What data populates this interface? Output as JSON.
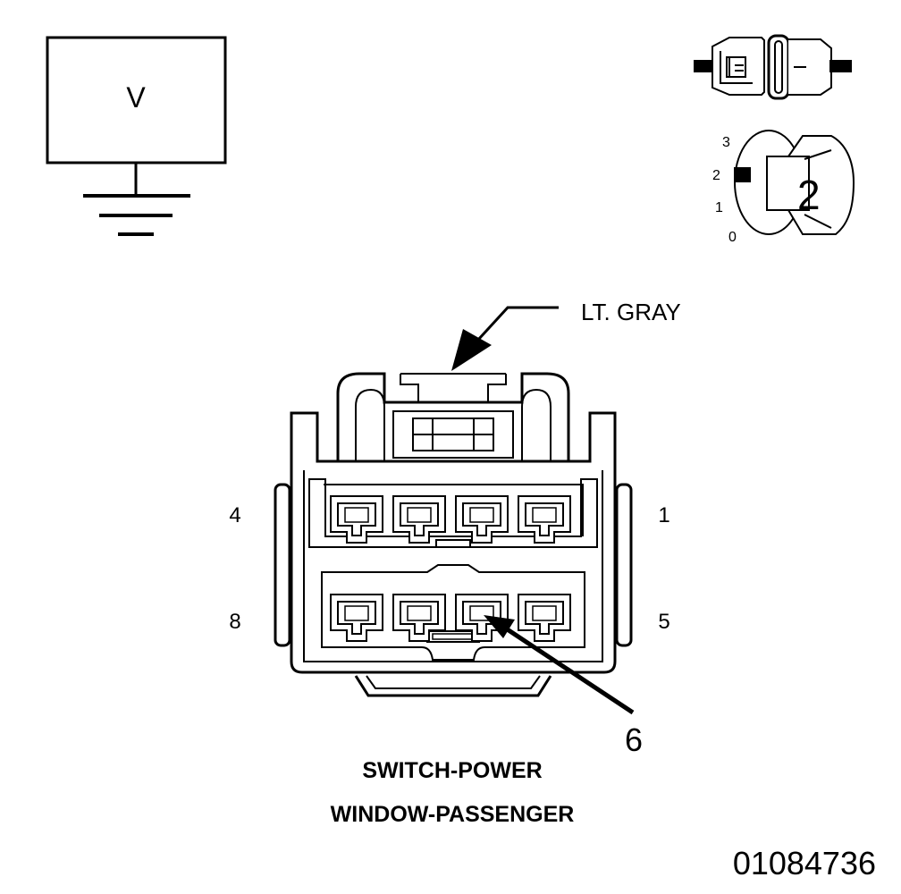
{
  "meter": {
    "symbol": "V"
  },
  "position_indicator": {
    "positions": [
      "3",
      "2",
      "1",
      "0"
    ],
    "selected": "2"
  },
  "connector": {
    "wire_color_label": "LT. GRAY",
    "pin_labels": {
      "top_left": "4",
      "top_right": "1",
      "bottom_left": "8",
      "bottom_right": "5"
    },
    "callout_pin": "6",
    "title_line1": "SWITCH-POWER",
    "title_line2": "WINDOW-PASSENGER"
  },
  "figure_number": "01084736"
}
